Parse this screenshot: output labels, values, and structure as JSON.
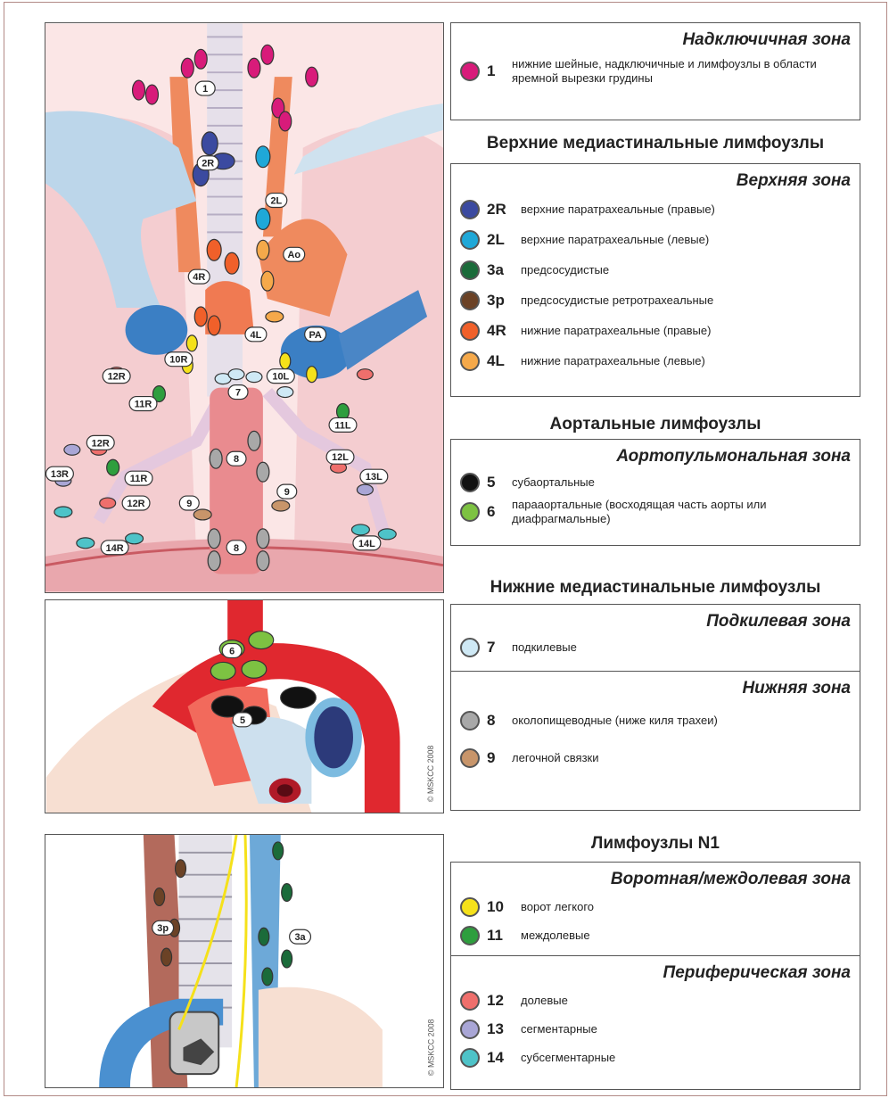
{
  "legend": {
    "supraclavicular": {
      "zone": "Надключичная зона",
      "items": [
        {
          "code": "1",
          "text": "нижние шейные, надключичные и лимфоузлы в области яремной вырезки грудины",
          "color": "#d81b7a"
        }
      ]
    },
    "upper_mediastinal": {
      "title": "Верхние медиастинальные лимфоузлы",
      "zone": "Верхняя зона",
      "items": [
        {
          "code": "2R",
          "text": "верхние паратрахеальные (правые)",
          "color": "#3b4aa0"
        },
        {
          "code": "2L",
          "text": "верхние паратрахеальные (левые)",
          "color": "#1fa8d8"
        },
        {
          "code": "3a",
          "text": "предсосудистые",
          "color": "#1b6b3a"
        },
        {
          "code": "3p",
          "text": "предсосудистые ретротрахеальные",
          "color": "#6b4226"
        },
        {
          "code": "4R",
          "text": "нижние паратрахеальные (правые)",
          "color": "#f0602a"
        },
        {
          "code": "4L",
          "text": "нижние паратрахеальные (левые)",
          "color": "#f5a94a"
        }
      ]
    },
    "aortic": {
      "title": "Аортальные лимфоузлы",
      "zone": "Аортопульмональная зона",
      "items": [
        {
          "code": "5",
          "text": "субаортальные",
          "color": "#111111"
        },
        {
          "code": "6",
          "text": "парааортальные (восходящая часть аорты или диафрагмальные)",
          "color": "#7dc242"
        }
      ]
    },
    "lower_mediastinal": {
      "title": "Нижние медиастинальные лимфоузлы",
      "subcarinal_zone": "Подкилевая зона",
      "subcarinal_items": [
        {
          "code": "7",
          "text": "подкилевые",
          "color": "#cfe9f5"
        }
      ],
      "lower_zone": "Нижняя зона",
      "lower_items": [
        {
          "code": "8",
          "text": "околопищеводные (ниже киля трахеи)",
          "color": "#a8a8a8"
        },
        {
          "code": "9",
          "text": "легочной связки",
          "color": "#c8956a"
        }
      ]
    },
    "n1": {
      "title": "Лимфоузлы N1",
      "hilar_zone": "Воротная/междолевая зона",
      "hilar_items": [
        {
          "code": "10",
          "text": "ворот легкого",
          "color": "#f5e11a"
        },
        {
          "code": "11",
          "text": "междолевые",
          "color": "#2e9e3e"
        }
      ],
      "peripheral_zone": "Периферическая зона",
      "peripheral_items": [
        {
          "code": "12",
          "text": "долевые",
          "color": "#ef6f6c"
        },
        {
          "code": "13",
          "text": "сегментарные",
          "color": "#a9a6d6"
        },
        {
          "code": "14",
          "text": "субсегментарные",
          "color": "#4ec3c8"
        }
      ]
    }
  },
  "illustrations": {
    "main_labels": [
      "1",
      "2R",
      "2L",
      "Ao",
      "4R",
      "4L",
      "PA",
      "10R",
      "10L",
      "7",
      "12R",
      "11R",
      "11L",
      "12R",
      "13R",
      "11R",
      "12R",
      "14R",
      "8",
      "9",
      "9",
      "12L",
      "13L",
      "14L",
      "8"
    ],
    "aorta_labels": [
      "6",
      "5"
    ],
    "side_labels": [
      "3p",
      "3a"
    ],
    "copyright": "© MSKCC 2008"
  }
}
